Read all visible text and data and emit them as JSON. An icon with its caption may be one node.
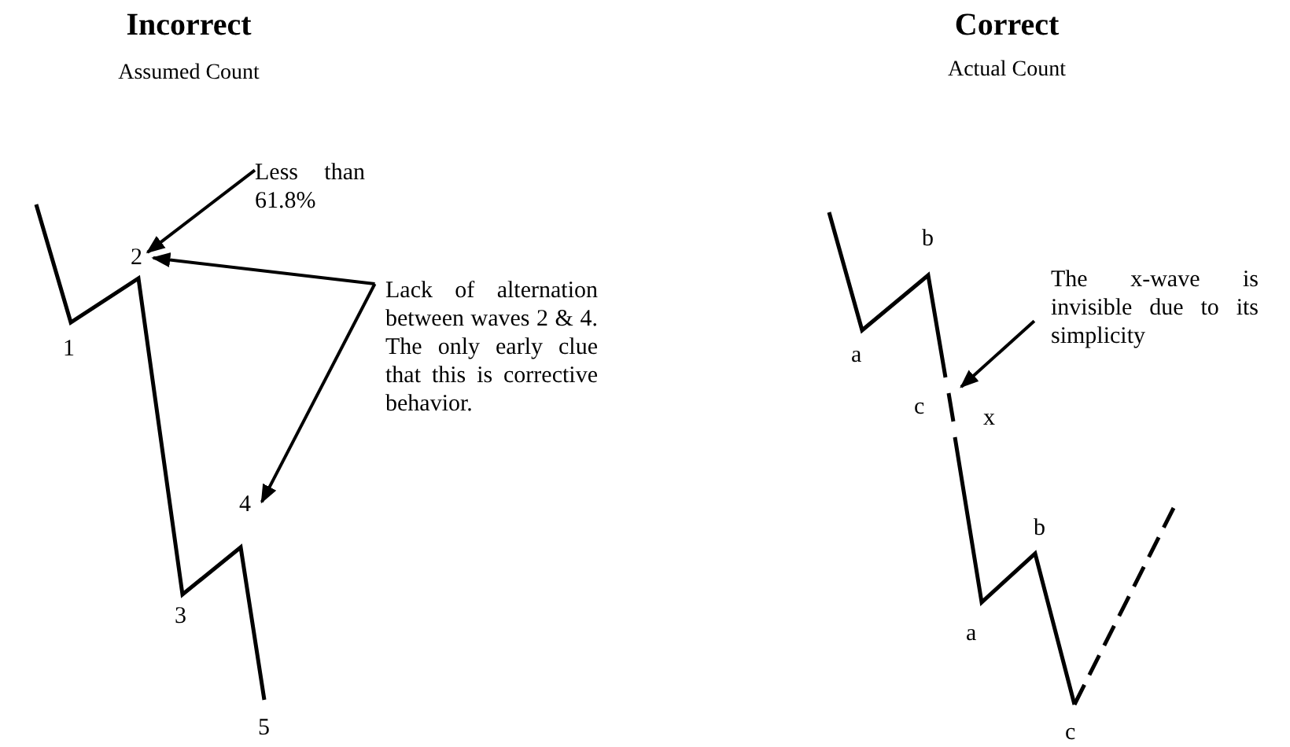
{
  "diagram": {
    "nodes": [
      {
        "text": [
          "Less than 61.8%"
        ]
      },
      {
        "text": [
          "2"
        ]
      },
      {
        "text": [
          "Lack of alternation between waves 2 & 4. The only early clue that this is corrective behavior."
        ]
      },
      {
        "text": [
          "4"
        ]
      },
      {
        "text": [
          "The x-wave is invisible due to its simplicity"
        ]
      }
    ],
    "edges": [
      {
        "from": 0,
        "to": 1,
        "arrow": "to"
      },
      {
        "from": 2,
        "to": 1,
        "arrow": "to"
      },
      {
        "from": 2,
        "to": 3,
        "arrow": "to"
      },
      {
        "from": 4,
        "to": null,
        "arrow": "to"
      }
    ],
    "labels": [
      "Incorrect",
      "Assumed Count",
      "Correct",
      "Actual Count",
      "1",
      "3",
      "5",
      "b",
      "a",
      "c",
      "x",
      "b",
      "a",
      "c"
    ]
  }
}
